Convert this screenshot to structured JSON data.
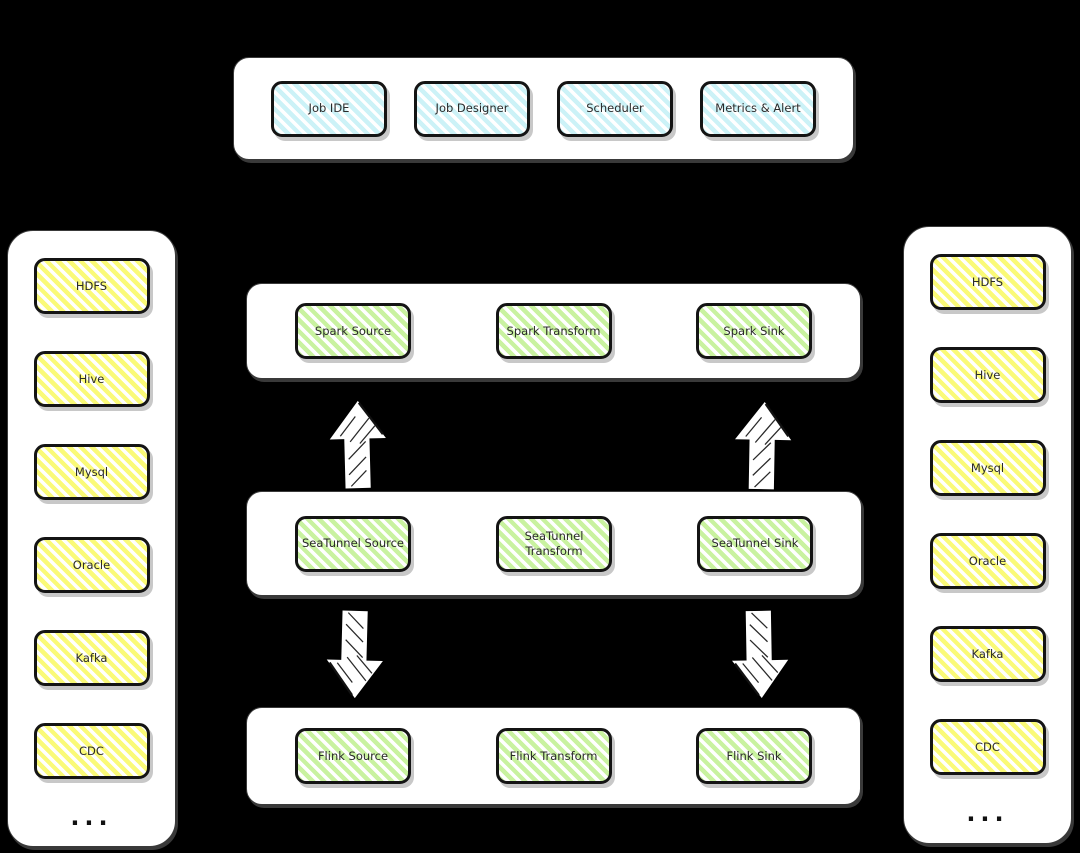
{
  "colors": {
    "background": "#000000",
    "panel": "#ffffff",
    "box_border": "#141414",
    "web_box": "#ccf2f7",
    "engine_box": "#c9f2a0",
    "connector_box": "#fafa78",
    "text": "#2b2b2b"
  },
  "web_panel": {
    "boxes": [
      "Job IDE",
      "Job Designer",
      "Scheduler",
      "Metrics & Alert"
    ]
  },
  "left_panel": {
    "boxes": [
      "HDFS",
      "Hive",
      "Mysql",
      "Oracle",
      "Kafka",
      "CDC"
    ],
    "ellipsis": "..."
  },
  "right_panel": {
    "boxes": [
      "HDFS",
      "Hive",
      "Mysql",
      "Oracle",
      "Kafka",
      "CDC"
    ],
    "ellipsis": "..."
  },
  "spark_row": {
    "boxes": [
      "Spark Source",
      "Spark Transform",
      "Spark Sink"
    ]
  },
  "seatunnel_row": {
    "boxes": [
      "SeaTunnel Source",
      "SeaTunnel Transform",
      "SeaTunnel Sink"
    ]
  },
  "flink_row": {
    "boxes": [
      "Flink Source",
      "Flink Transform",
      "Flink Sink"
    ]
  },
  "arrows": {
    "up_left": "up-arrow",
    "up_right": "up-arrow",
    "down_left": "down-arrow",
    "down_right": "down-arrow"
  }
}
